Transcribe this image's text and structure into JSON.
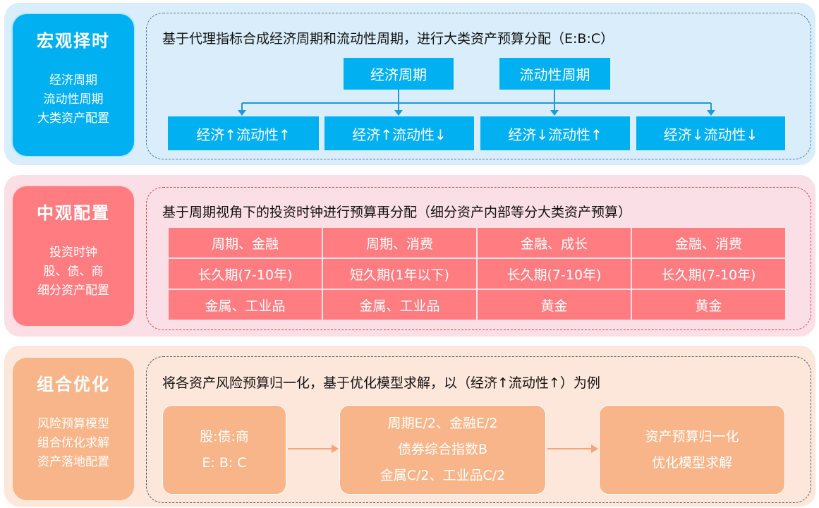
{
  "macro": {
    "title": "宏观择时",
    "subs": [
      "经济周期",
      "流动性周期",
      "大类资产配置"
    ],
    "desc": "基于代理指标合成经济周期和流动性周期，进行大类资产预算分配（E:B:C）",
    "top_boxes": [
      "经济周期",
      "流动性周期"
    ],
    "quadrants": [
      "经济↑流动性↑",
      "经济↑流动性↓",
      "经济↓流动性↑",
      "经济↓流动性↓"
    ]
  },
  "meso": {
    "title": "中观配置",
    "subs": [
      "投资时钟",
      "股、债、商",
      "细分资产配置"
    ],
    "desc": "基于周期视角下的投资时钟进行预算再分配（细分资产内部等分大类资产预算）",
    "grid": [
      [
        "周期、金融",
        "周期、消费",
        "金融、成长",
        "金融、消费"
      ],
      [
        "长久期(7-10年)",
        "短久期(1年以下)",
        "长久期(7-10年)",
        "长久期(7-10年)"
      ],
      [
        "金属、工业品",
        "金属、工业品",
        "黄金",
        "黄金"
      ]
    ]
  },
  "portfolio": {
    "title": "组合优化",
    "subs": [
      "风险预算模型",
      "组合优化求解",
      "资产落地配置"
    ],
    "desc": "将各资产风险预算归一化，基于优化模型求解，以（经济↑流动性↑）为例",
    "boxes": [
      [
        "股:债:商",
        "E: B: C"
      ],
      [
        "周期E/2、金融E/2",
        "债券综合指数B",
        "金属C/2、工业品C/2"
      ],
      [
        "资产预算归一化",
        "优化模型求解"
      ]
    ]
  },
  "colors": {
    "blue": "#00b0f0",
    "red": "#ff7c80",
    "peach": "#f8b589"
  }
}
